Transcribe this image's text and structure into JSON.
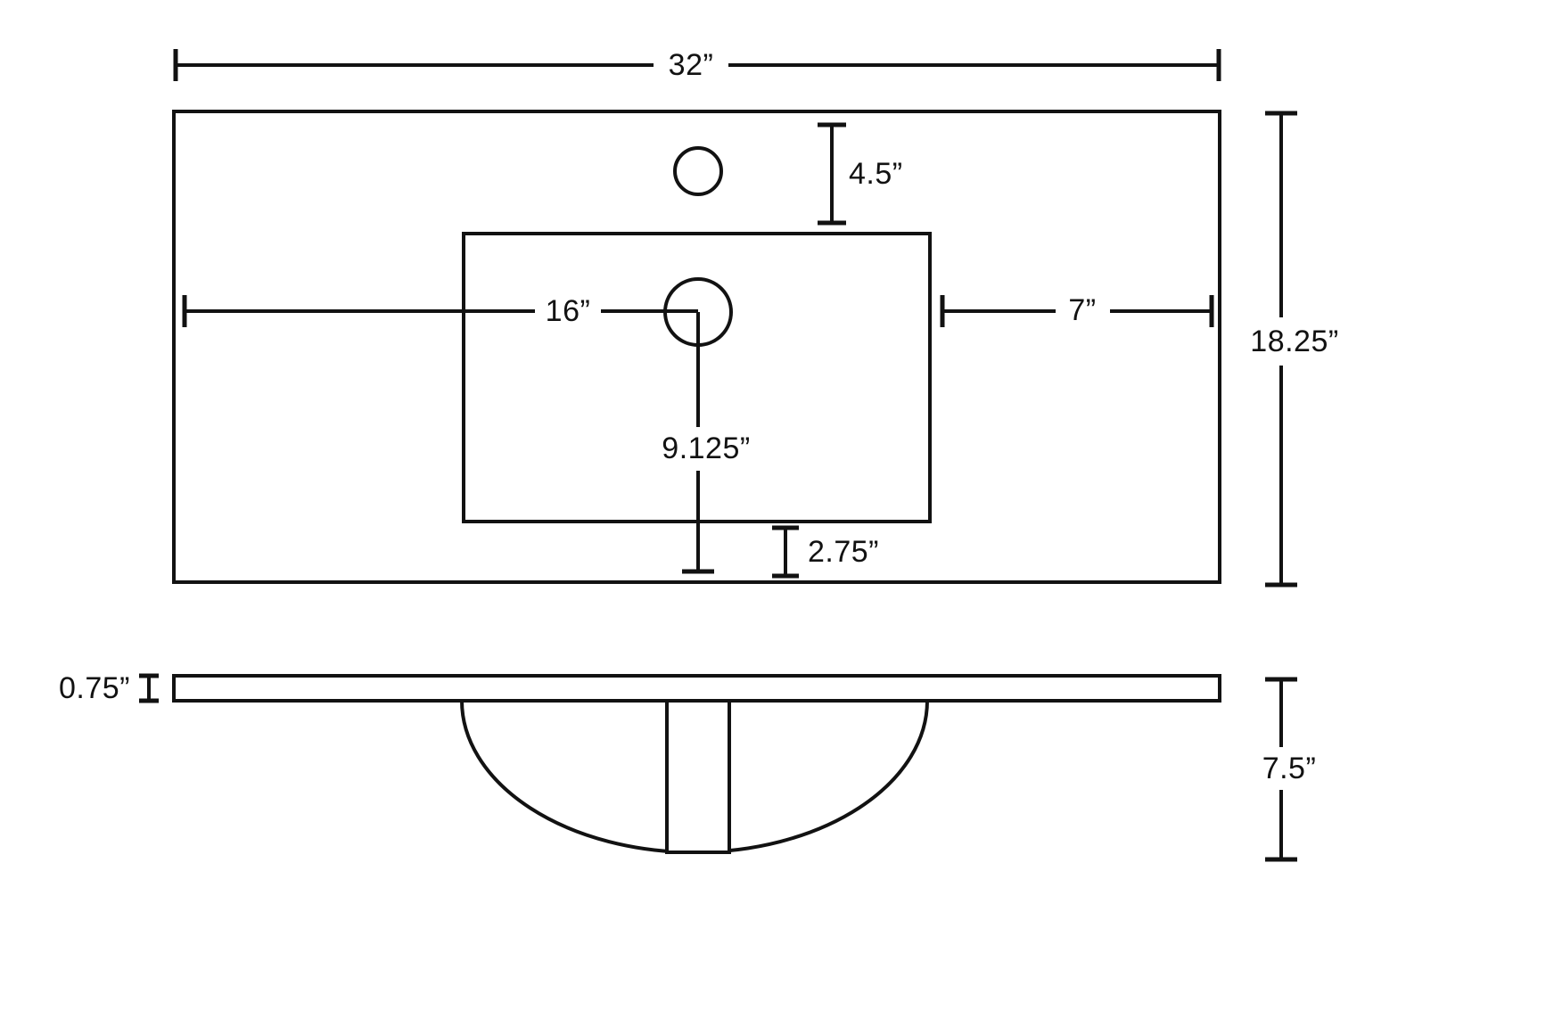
{
  "diagram": {
    "labels": {
      "overall_width": "32”",
      "overall_depth": "18.25”",
      "faucet_hole_offset": "4.5”",
      "drain_center_from_left": "16”",
      "basin_edge_to_side": "7”",
      "drain_center_to_front": "9.125”",
      "basin_to_front_edge": "2.75”",
      "top_thickness": "0.75”",
      "bowl_depth": "7.5”"
    }
  }
}
